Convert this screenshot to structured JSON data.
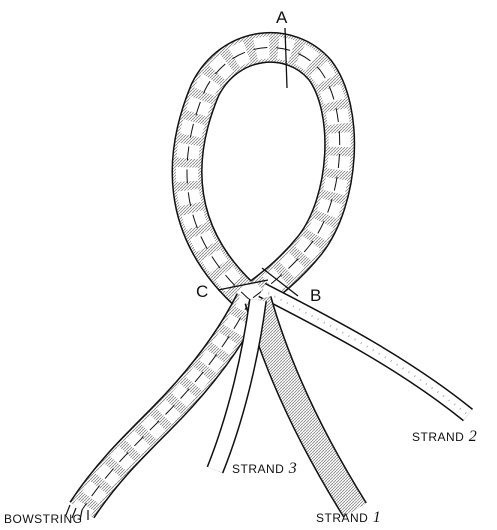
{
  "labels": {
    "a": "A",
    "b": "B",
    "c": "C",
    "strand_1": "STRAND",
    "strand_1_num": "1",
    "strand_2": "STRAND",
    "strand_2_num": "2",
    "strand_3": "STRAND",
    "strand_3_num": "3",
    "bowstring": "BOWSTRING"
  },
  "colors": {
    "ink": "#111111",
    "shade": "#b3b3b3",
    "paper": "#ffffff"
  }
}
